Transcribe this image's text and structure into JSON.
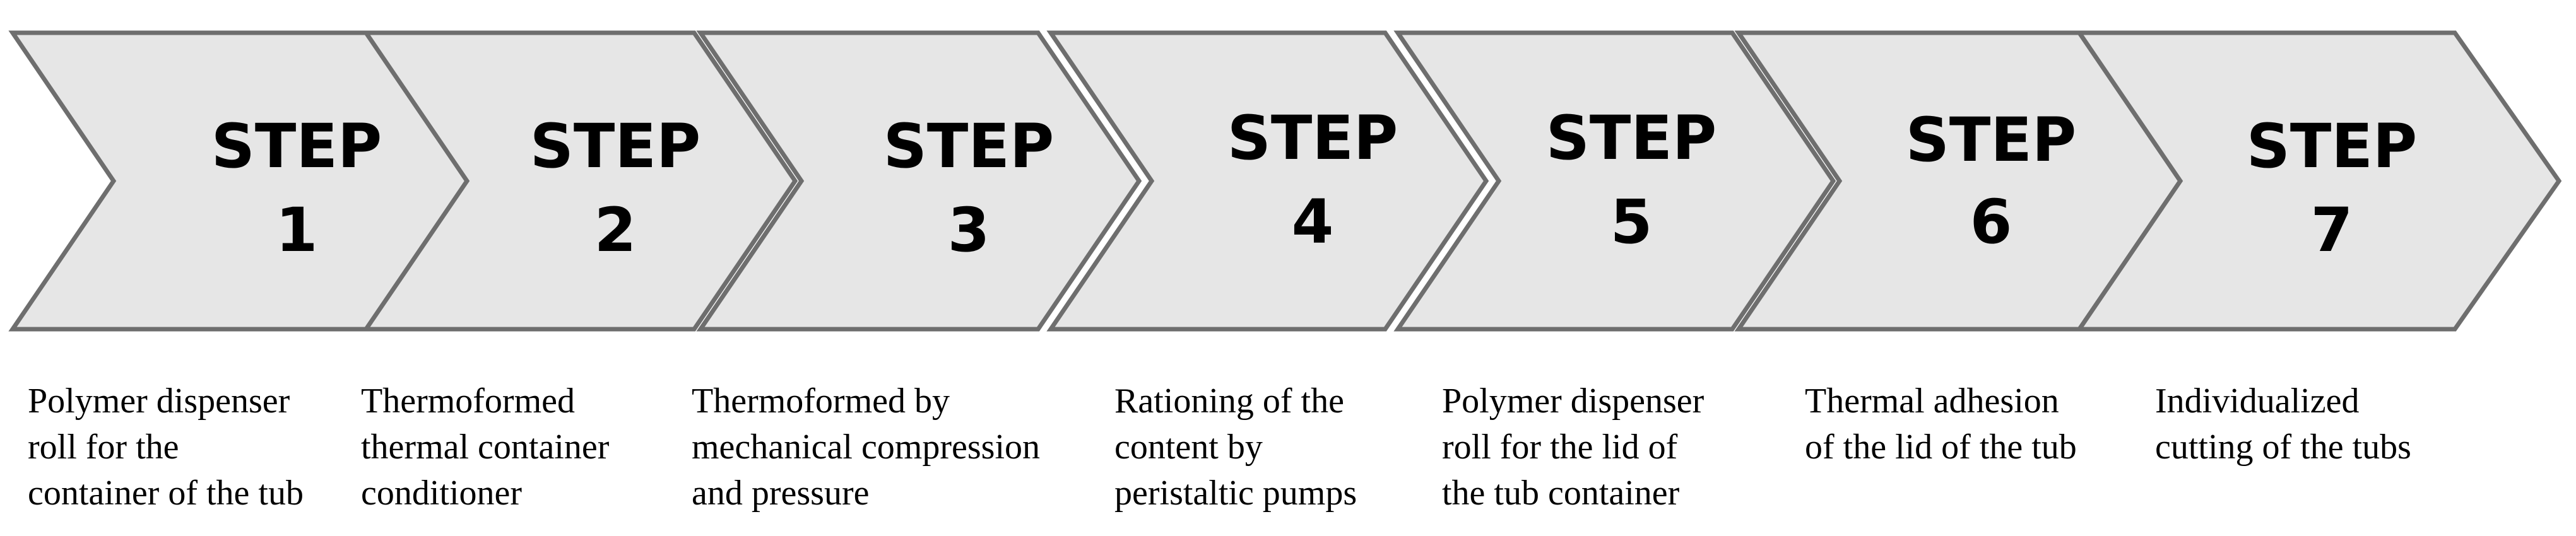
{
  "steps": [
    {
      "label": "STEP",
      "number": "1",
      "description": [
        "Polymer dispenser",
        "roll for the",
        "container of the tub"
      ]
    },
    {
      "label": "STEP",
      "number": "2",
      "description": [
        "Thermoformed",
        "thermal container",
        "conditioner"
      ]
    },
    {
      "label": "STEP",
      "number": "3",
      "description": [
        "Thermoformed by",
        "mechanical compression",
        "and pressure"
      ]
    },
    {
      "label": "STEP",
      "number": "4",
      "description": [
        "Rationing of the",
        "content by",
        "peristaltic pumps"
      ]
    },
    {
      "label": "STEP",
      "number": "5",
      "description": [
        "Polymer dispenser",
        "roll for the lid of",
        "the tub container"
      ]
    },
    {
      "label": "STEP",
      "number": "6",
      "description": [
        "Thermal adhesion",
        "of the lid of the tub"
      ]
    },
    {
      "label": "STEP",
      "number": "7",
      "description": [
        "Individualized",
        "cutting of the tubs"
      ]
    }
  ],
  "colors": {
    "arrow_fill": "#e6e6e6",
    "arrow_stroke": "#6e6e6e",
    "text": "#000000"
  }
}
